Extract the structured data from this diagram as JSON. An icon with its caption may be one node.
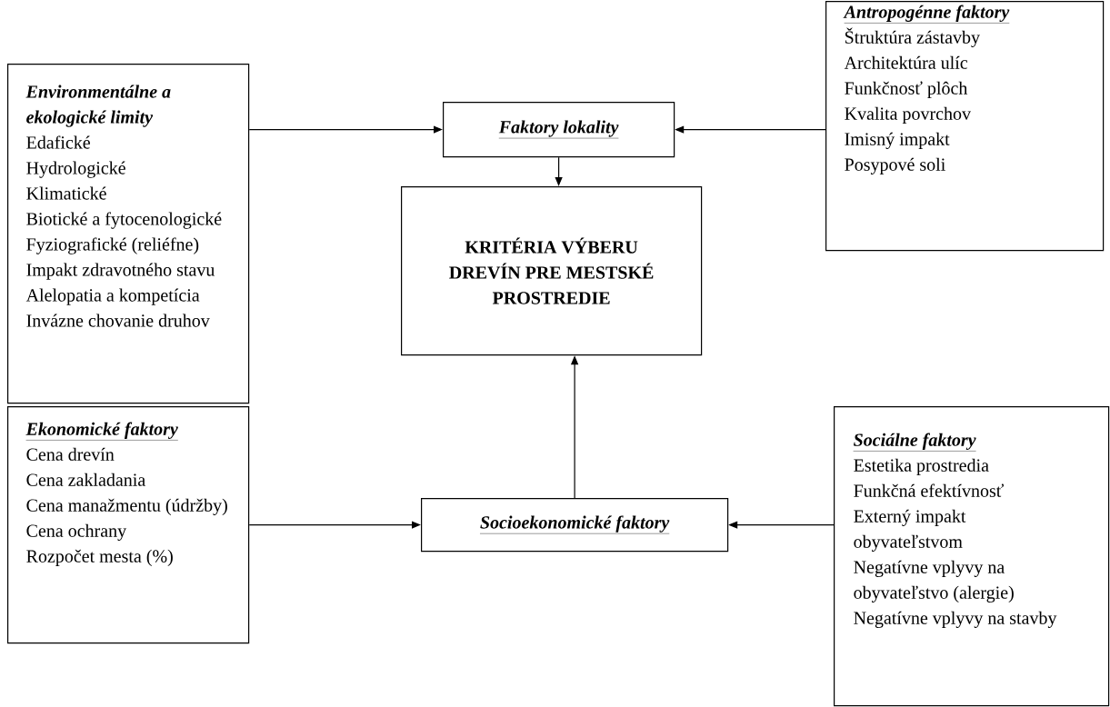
{
  "diagram": {
    "nodes": [
      {
        "text": [
          "Environmentálne a ekologické limity",
          "Edafické",
          "Hydrologické",
          "Klimatické",
          "Biotické a fytocenologické",
          "Fyziografické (reliéfne)",
          "Impakt zdravotného stavu",
          "Alelopatia a kompetícia",
          "Invázne chovanie druhov"
        ]
      },
      {
        "text": [
          "Faktory lokality"
        ]
      },
      {
        "text": [
          "Antropogénne faktory",
          "Štruktúra zástavby",
          "Architektúra ulíc",
          "Funkčnosť plôch",
          "Kvalita povrchov",
          "Imisný impakt",
          "Posypové soli"
        ]
      },
      {
        "text": [
          "KRITÉRIA VÝBERU DREVÍN PRE MESTSKÉ PROSTREDIE"
        ]
      },
      {
        "text": [
          "Ekonomické faktory",
          "Cena drevín",
          "Cena zakladania",
          "Cena manažmentu (údržby)",
          "Cena ochrany",
          "Rozpočet mesta (%)"
        ]
      },
      {
        "text": [
          "Socioekonomické faktory"
        ]
      },
      {
        "text": [
          "Sociálne faktory",
          "Estetika prostredia",
          "Funkčná efektívnosť",
          "Externý impakt obyvateľstvom",
          "Negatívne vplyvy na obyvateľstvo (alergie)",
          "Negatívne vplyvy na stavby"
        ]
      }
    ],
    "edges": [
      {
        "from": 0,
        "to": 1,
        "arrow": "to"
      },
      {
        "from": 2,
        "to": 1,
        "arrow": "to"
      },
      {
        "from": 1,
        "to": 3,
        "arrow": "to"
      },
      {
        "from": 4,
        "to": 5,
        "arrow": "to"
      },
      {
        "from": 6,
        "to": 5,
        "arrow": "to"
      },
      {
        "from": 5,
        "to": 3,
        "arrow": "to"
      }
    ]
  }
}
